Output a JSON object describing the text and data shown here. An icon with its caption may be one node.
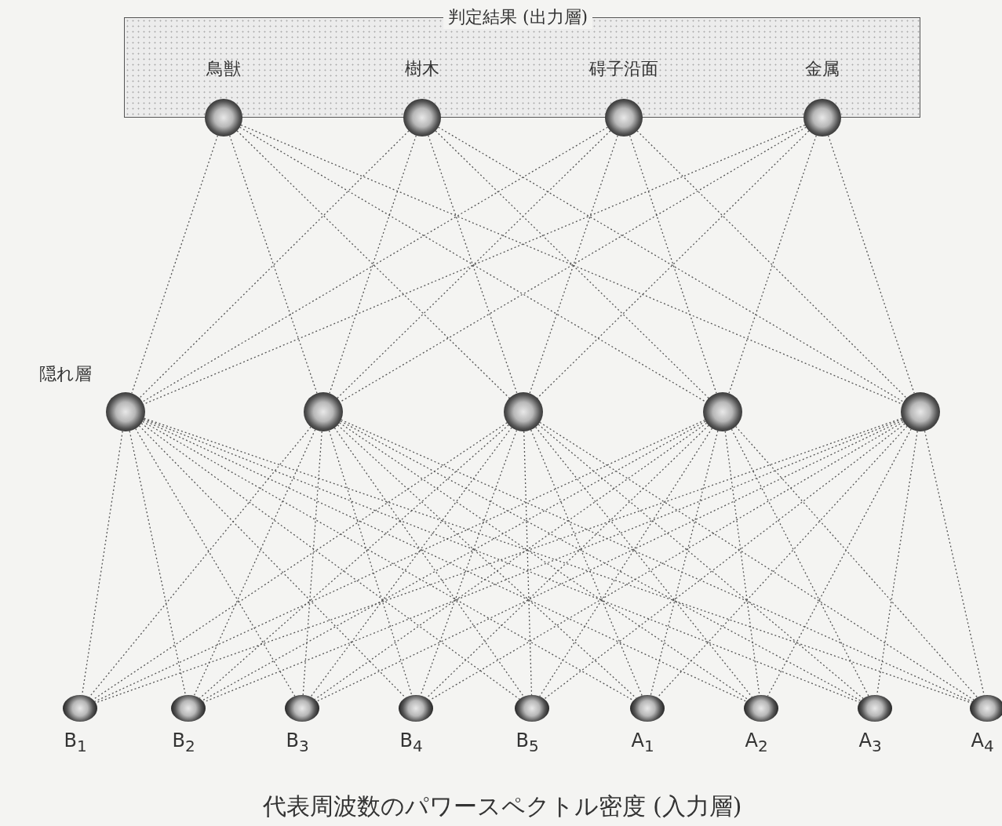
{
  "diagram": {
    "caption": "代表周波数のパワースペクトル密度 (入力層)",
    "nodes": [
      {
        "text": [
          "判定結果 (出力層)"
        ]
      },
      {
        "text": [],
        "shape": "circle"
      },
      {
        "text": [],
        "shape": "circle"
      },
      {
        "text": [],
        "shape": "circle"
      },
      {
        "text": [],
        "shape": "circle"
      },
      {
        "text": [],
        "shape": "circle",
        "beside": [
          "隠れ層"
        ]
      },
      {
        "text": [],
        "shape": "circle"
      },
      {
        "text": [],
        "shape": "circle"
      },
      {
        "text": [],
        "shape": "circle"
      },
      {
        "text": [],
        "shape": "circle"
      },
      {
        "text": [],
        "shape": "circle",
        "beside": [
          "B$_{1}$"
        ]
      },
      {
        "text": [],
        "shape": "circle",
        "beside": [
          "B$_{2}$"
        ]
      },
      {
        "text": [],
        "shape": "circle",
        "beside": [
          "B$_{3}$"
        ]
      },
      {
        "text": [],
        "shape": "circle",
        "beside": [
          "B$_{4}$"
        ]
      },
      {
        "text": [],
        "shape": "circle",
        "beside": [
          "B$_{5}$"
        ]
      },
      {
        "text": [],
        "shape": "circle",
        "beside": [
          "A$_{1}$"
        ]
      },
      {
        "text": [],
        "shape": "circle",
        "beside": [
          "A$_{2}$"
        ]
      },
      {
        "text": [],
        "shape": "circle",
        "beside": [
          "A$_{3}$"
        ]
      },
      {
        "text": [],
        "shape": "circle",
        "beside": [
          "A$_{4}$"
        ]
      }
    ],
    "labels": [
      "鳥獣",
      "樹木",
      "碍子沿面",
      "金属"
    ],
    "edges": [
      {
        "from": 1,
        "to": 5,
        "arrow": "none"
      },
      {
        "from": 1,
        "to": 6,
        "arrow": "none"
      },
      {
        "from": 1,
        "to": 7,
        "arrow": "none"
      },
      {
        "from": 1,
        "to": 8,
        "arrow": "none"
      },
      {
        "from": 1,
        "to": 9,
        "arrow": "none"
      },
      {
        "from": 2,
        "to": 5,
        "arrow": "none"
      },
      {
        "from": 2,
        "to": 6,
        "arrow": "none"
      },
      {
        "from": 2,
        "to": 7,
        "arrow": "none"
      },
      {
        "from": 2,
        "to": 8,
        "arrow": "none"
      },
      {
        "from": 2,
        "to": 9,
        "arrow": "none"
      },
      {
        "from": 3,
        "to": 5,
        "arrow": "none"
      },
      {
        "from": 3,
        "to": 6,
        "arrow": "none"
      },
      {
        "from": 3,
        "to": 7,
        "arrow": "none"
      },
      {
        "from": 3,
        "to": 8,
        "arrow": "none"
      },
      {
        "from": 3,
        "to": 9,
        "arrow": "none"
      },
      {
        "from": 4,
        "to": 5,
        "arrow": "none"
      },
      {
        "from": 4,
        "to": 6,
        "arrow": "none"
      },
      {
        "from": 4,
        "to": 7,
        "arrow": "none"
      },
      {
        "from": 4,
        "to": 8,
        "arrow": "none"
      },
      {
        "from": 4,
        "to": 9,
        "arrow": "none"
      },
      {
        "from": 5,
        "to": 10,
        "arrow": "none"
      },
      {
        "from": 5,
        "to": 11,
        "arrow": "none"
      },
      {
        "from": 5,
        "to": 12,
        "arrow": "none"
      },
      {
        "from": 5,
        "to": 13,
        "arrow": "none"
      },
      {
        "from": 5,
        "to": 14,
        "arrow": "none"
      },
      {
        "from": 5,
        "to": 15,
        "arrow": "none"
      },
      {
        "from": 5,
        "to": 16,
        "arrow": "none"
      },
      {
        "from": 5,
        "to": 17,
        "arrow": "none"
      },
      {
        "from": 5,
        "to": 18,
        "arrow": "none"
      },
      {
        "from": 6,
        "to": 10,
        "arrow": "none"
      },
      {
        "from": 6,
        "to": 11,
        "arrow": "none"
      },
      {
        "from": 6,
        "to": 12,
        "arrow": "none"
      },
      {
        "from": 6,
        "to": 13,
        "arrow": "none"
      },
      {
        "from": 6,
        "to": 14,
        "arrow": "none"
      },
      {
        "from": 6,
        "to": 15,
        "arrow": "none"
      },
      {
        "from": 6,
        "to": 16,
        "arrow": "none"
      },
      {
        "from": 6,
        "to": 17,
        "arrow": "none"
      },
      {
        "from": 6,
        "to": 18,
        "arrow": "none"
      },
      {
        "from": 7,
        "to": 10,
        "arrow": "none"
      },
      {
        "from": 7,
        "to": 11,
        "arrow": "none"
      },
      {
        "from": 7,
        "to": 12,
        "arrow": "none"
      },
      {
        "from": 7,
        "to": 13,
        "arrow": "none"
      },
      {
        "from": 7,
        "to": 14,
        "arrow": "none"
      },
      {
        "from": 7,
        "to": 15,
        "arrow": "none"
      },
      {
        "from": 7,
        "to": 16,
        "arrow": "none"
      },
      {
        "from": 7,
        "to": 17,
        "arrow": "none"
      },
      {
        "from": 7,
        "to": 18,
        "arrow": "none"
      },
      {
        "from": 8,
        "to": 10,
        "arrow": "none"
      },
      {
        "from": 8,
        "to": 11,
        "arrow": "none"
      },
      {
        "from": 8,
        "to": 12,
        "arrow": "none"
      },
      {
        "from": 8,
        "to": 13,
        "arrow": "none"
      },
      {
        "from": 8,
        "to": 14,
        "arrow": "none"
      },
      {
        "from": 8,
        "to": 15,
        "arrow": "none"
      },
      {
        "from": 8,
        "to": 16,
        "arrow": "none"
      },
      {
        "from": 8,
        "to": 17,
        "arrow": "none"
      },
      {
        "from": 8,
        "to": 18,
        "arrow": "none"
      },
      {
        "from": 9,
        "to": 10,
        "arrow": "none"
      },
      {
        "from": 9,
        "to": 11,
        "arrow": "none"
      },
      {
        "from": 9,
        "to": 12,
        "arrow": "none"
      },
      {
        "from": 9,
        "to": 13,
        "arrow": "none"
      },
      {
        "from": 9,
        "to": 14,
        "arrow": "none"
      },
      {
        "from": 9,
        "to": 15,
        "arrow": "none"
      },
      {
        "from": 9,
        "to": 16,
        "arrow": "none"
      },
      {
        "from": 9,
        "to": 17,
        "arrow": "none"
      },
      {
        "from": 9,
        "to": 18,
        "arrow": "none"
      }
    ]
  }
}
